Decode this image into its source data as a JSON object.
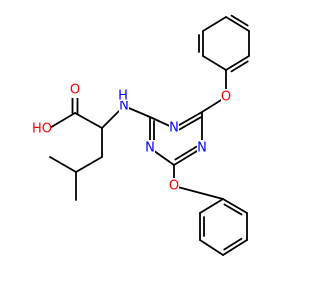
{
  "colors": {
    "bond": "#000000",
    "oxygen": "#ff0000",
    "nitrogen": "#0000ff",
    "background": "#ffffff"
  },
  "atoms": [
    {
      "id": "o-carbonyl",
      "label": "O",
      "element": "O"
    },
    {
      "id": "o-hydroxyl",
      "label": "HO",
      "element": "O"
    },
    {
      "id": "n-amine",
      "label": "N",
      "element": "N"
    },
    {
      "id": "h-amine",
      "label": "H",
      "element": "N"
    },
    {
      "id": "n-ring-top",
      "label": "N",
      "element": "N"
    },
    {
      "id": "n-ring-left",
      "label": "N",
      "element": "N"
    },
    {
      "id": "n-ring-right",
      "label": "N",
      "element": "N"
    },
    {
      "id": "o-ether-top",
      "label": "O",
      "element": "O"
    },
    {
      "id": "o-ether-bottom",
      "label": "O",
      "element": "O"
    }
  ]
}
